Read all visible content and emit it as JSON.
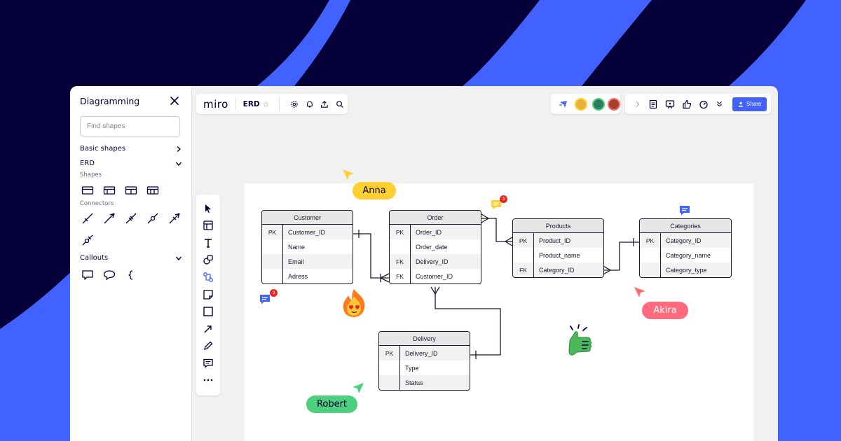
{
  "colors": {
    "brand_blue": "#4262FF",
    "dark_navy": "#050038",
    "yellow": "#FFD02F",
    "pink": "#FF6B7D",
    "green": "#4CD07D",
    "comment_blue": "#4262FF",
    "comment_yellow": "#FFD02F",
    "badge_red": "#E82525"
  },
  "panel": {
    "title": "Diagramming",
    "close_icon": "close-icon",
    "search_placeholder": "Find shapes",
    "basic_shapes_label": "Basic shapes",
    "erd_label": "ERD",
    "shapes_label": "Shapes",
    "connectors_label": "Connectors",
    "callouts_label": "Callouts"
  },
  "topbar": {
    "logo": "miro",
    "board_name": "ERD",
    "share_label": "Share"
  },
  "tables": {
    "customer": {
      "title": "Customer",
      "rows": [
        {
          "key": "PK",
          "field": "Customer_ID"
        },
        {
          "key": "",
          "field": "Name"
        },
        {
          "key": "",
          "field": "Email"
        },
        {
          "key": "",
          "field": "Adress"
        }
      ]
    },
    "order": {
      "title": "Order",
      "rows": [
        {
          "key": "PK",
          "field": "Order_ID"
        },
        {
          "key": "",
          "field": "Order_date"
        },
        {
          "key": "FK",
          "field": "Delivery_ID"
        },
        {
          "key": "FK",
          "field": "Customer_ID"
        }
      ]
    },
    "products": {
      "title": "Products",
      "rows": [
        {
          "key": "PK",
          "field": "Product_ID"
        },
        {
          "key": "",
          "field": "Product_name"
        },
        {
          "key": "FK",
          "field": "Category_ID"
        }
      ]
    },
    "categories": {
      "title": "Categories",
      "rows": [
        {
          "key": "PK",
          "field": "Category_ID"
        },
        {
          "key": "",
          "field": "Category_name"
        },
        {
          "key": "",
          "field": "Category_type"
        }
      ]
    },
    "delivery": {
      "title": "Delivery",
      "rows": [
        {
          "key": "PK",
          "field": "Delivery_ID"
        },
        {
          "key": "",
          "field": "Type"
        },
        {
          "key": "",
          "field": "Status"
        }
      ]
    }
  },
  "collaborators": {
    "anna": "Anna",
    "akira": "Akira",
    "robert": "Robert"
  },
  "comments": {
    "order_count": "3",
    "customer_count": "3"
  }
}
